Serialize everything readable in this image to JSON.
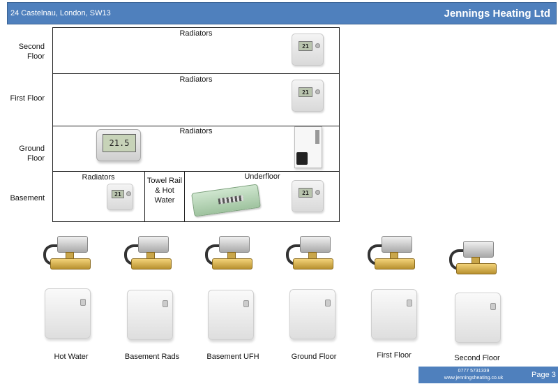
{
  "header": {
    "address": "24 Castelnau, London, SW13",
    "company": "Jennings Heating Ltd"
  },
  "floors": {
    "second": "Second Floor",
    "first": "First Floor",
    "ground": "Ground Floor",
    "basement": "Basement"
  },
  "grid": {
    "second_radiators": "Radiators",
    "first_radiators": "Radiators",
    "ground_radiators": "Radiators",
    "basement_radiators": "Radiators",
    "basement_towel_rail": "Towel Rail & Hot Water",
    "basement_underfloor": "Underfloor",
    "stat_display": "21",
    "controller_display": "21.5"
  },
  "zones": [
    "Hot Water",
    "Basement Rads",
    "Basement UFH",
    "Ground Floor",
    "First Floor",
    "Second Floor"
  ],
  "footer": {
    "phone": "0777 5731339",
    "website": "www.jenningsheating.co.uk",
    "page": "Page 3"
  }
}
